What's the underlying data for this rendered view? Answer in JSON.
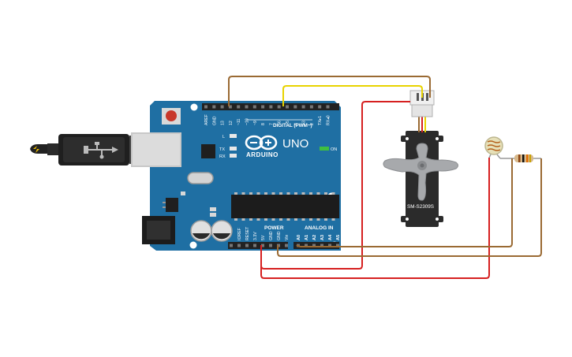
{
  "board": {
    "brand": "ARDUINO",
    "model": "UNO",
    "digital_label": "DIGITAL (PWM~)",
    "power_label": "POWER",
    "analog_label": "ANALOG IN",
    "on_label": "ON",
    "led_labels": [
      "L",
      "TX",
      "RX"
    ],
    "digital_pins": [
      "AREF",
      "GND",
      "13",
      "12",
      "~11",
      "~10",
      "~9",
      "8",
      "7",
      "~6",
      "~5",
      "4",
      "~3",
      "2",
      "TX▸1",
      "RX◂0"
    ],
    "power_pins": [
      "IOREF",
      "RESET",
      "3.3V",
      "5V",
      "GND",
      "GND",
      "Vin"
    ],
    "analog_pins": [
      "A0",
      "A1",
      "A2",
      "A3",
      "A4",
      "A5"
    ]
  },
  "servo": {
    "model": "SM-S2309S"
  },
  "colors": {
    "board": "#1f6fa3",
    "wire_brown": "#9a6a33",
    "wire_yellow": "#e8d300",
    "wire_red": "#d62020",
    "servo_body": "#2b2b2b",
    "horn": "#a7a9ac"
  }
}
